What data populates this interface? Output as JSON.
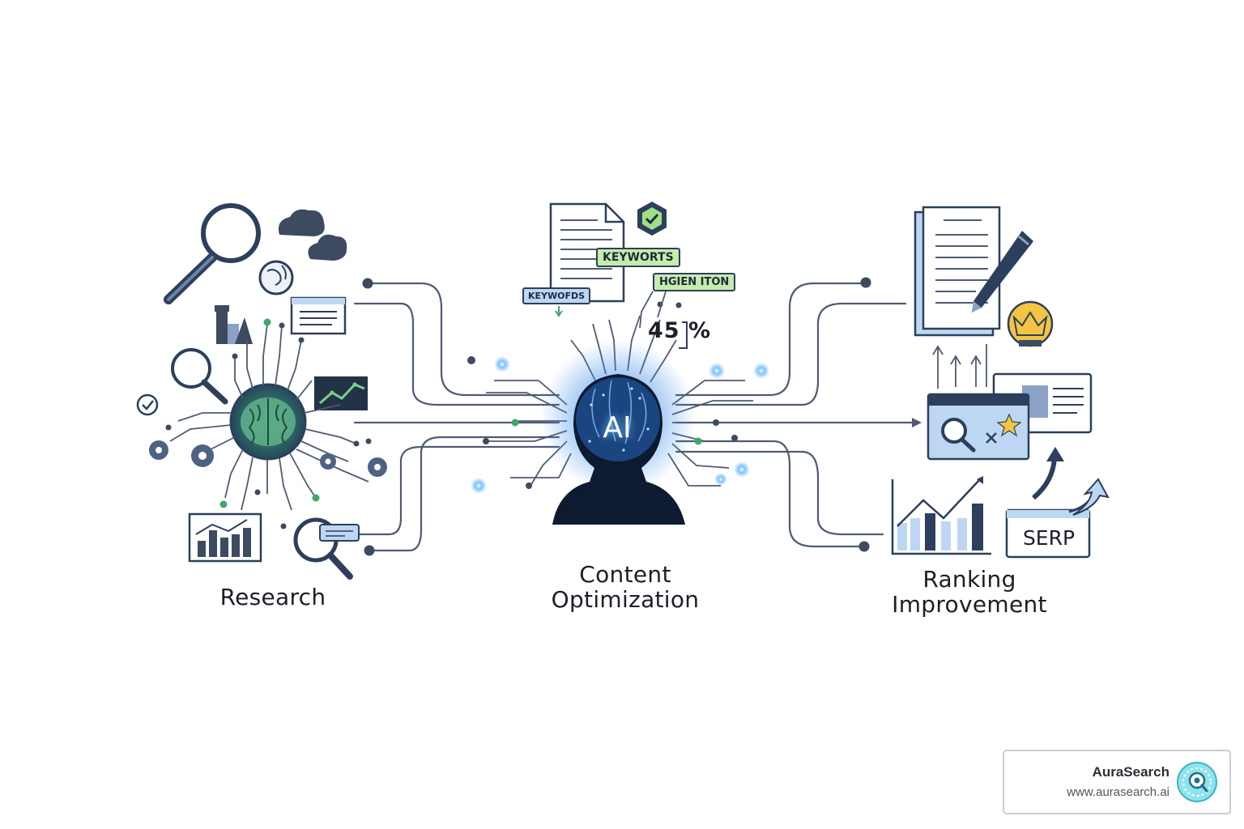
{
  "stages": [
    {
      "id": "research",
      "label_line1": "Research",
      "label_line2": ""
    },
    {
      "id": "content",
      "label_line1": "Content",
      "label_line2": "Optimization"
    },
    {
      "id": "ranking",
      "label_line1": "Ranking",
      "label_line2": "Improvement"
    }
  ],
  "center": {
    "ai_label": "AI",
    "keyword_tags": [
      "KEYWORTS",
      "HGIEN ITON",
      "KEYWOFDS"
    ],
    "percent_readout": "45 %"
  },
  "ranking": {
    "serp_label": "SERP"
  },
  "brand": {
    "name": "AuraSearch",
    "url": "www.aurasearch.ai"
  },
  "colors": {
    "navy": "#2c3f5c",
    "line": "#4e5c73",
    "light_blue": "#bdd7f3",
    "green": "#c4ecab",
    "glow": "#5aa8ff",
    "gold": "#f4c542"
  },
  "icons": [
    "magnifier-icon",
    "cloud-icon",
    "brain-icon",
    "gear-icon",
    "bar-chart-icon",
    "line-chart-icon",
    "document-icon",
    "check-badge-icon",
    "pen-icon",
    "crown-bulb-icon",
    "browser-search-icon",
    "star-icon",
    "arrow-up-icon"
  ]
}
